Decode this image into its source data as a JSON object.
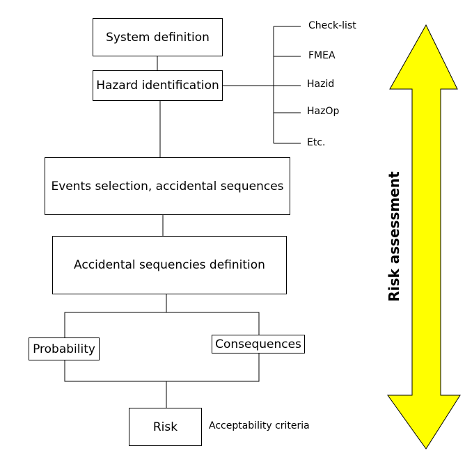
{
  "flow": {
    "system_definition": "System definition",
    "hazard_identification": "Hazard identification",
    "events_selection": "Events selection, accidental sequences",
    "sequences_definition": "Accidental sequencies definition",
    "probability": "Probability",
    "consequences": "Consequences",
    "risk": "Risk",
    "acceptability_criteria": "Acceptability criteria"
  },
  "methods": [
    "Check-list",
    "FMEA",
    "Hazid",
    "HazOp",
    "Etc."
  ],
  "risk_assessment": {
    "label": "Risk assessment",
    "arrow_color": "#ffff00"
  }
}
